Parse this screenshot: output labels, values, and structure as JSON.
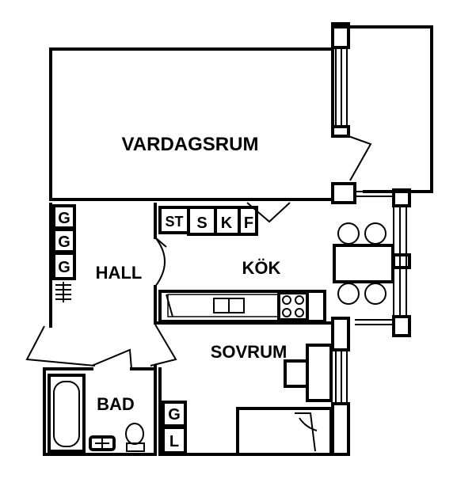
{
  "rooms": {
    "living": "VARDAGSRUM",
    "kitchen": "KÖK",
    "hall": "HALL",
    "bedroom": "SOVRUM",
    "bath": "BAD"
  },
  "fixtures": {
    "hall_wardrobe_1": "G",
    "hall_wardrobe_2": "G",
    "hall_wardrobe_3": "G",
    "kitchen_st": "ST",
    "kitchen_s": "S",
    "kitchen_k": "K",
    "kitchen_f": "F",
    "bedroom_g": "G",
    "bedroom_l": "L"
  },
  "colors": {
    "ink": "#000000",
    "paper": "#ffffff"
  }
}
